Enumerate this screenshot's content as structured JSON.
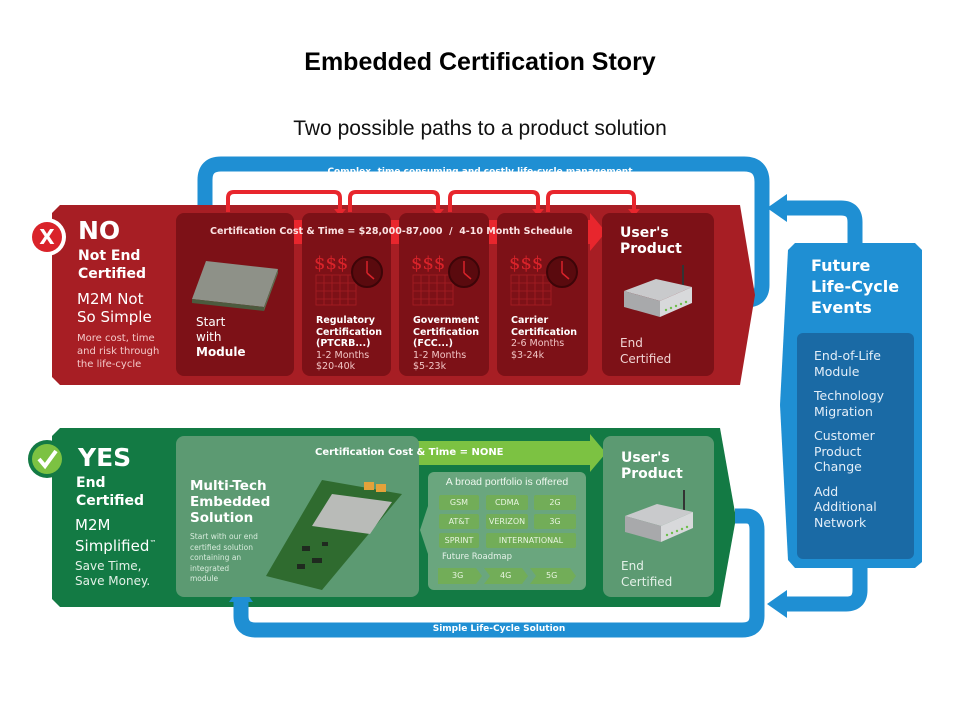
{
  "title": "Embedded Certification Story",
  "subtitle": "Two possible paths to a product solution",
  "colors": {
    "red_band": "#a71e24",
    "red_panel": "#7d1117",
    "red_arrow": "#e8262d",
    "green_band": "#137a44",
    "green_panel": "#5c9a72",
    "green_arrow": "#7cc242",
    "blue": "#1f8fd3",
    "blue_dark": "#1a6aa5"
  },
  "top_loop_label": "Complex, time consuming and costly life-cycle management",
  "bottom_loop_label": "Simple Life-Cycle Solution",
  "no_path": {
    "badge_icon": "x-icon",
    "badge": "X",
    "heading": "NO",
    "subheading_line1": "Not End",
    "subheading_line2": "Certified",
    "tagline_line1": "M2M Not",
    "tagline_line2": "So Simple",
    "desc_line1": "More cost, time",
    "desc_line2": "and risk through",
    "desc_line3": "the life-cycle",
    "arrow_label": "Certification Cost & Time = $28,000-87,000  /  4-10 Month Schedule",
    "start": {
      "line1": "Start",
      "line2": "with",
      "line3": "Module"
    },
    "certs": [
      {
        "name1": "Regulatory",
        "name2": "Certification",
        "name3": "(PTCRB...)",
        "time": "1-2 Months",
        "cost": "$20-40k",
        "icon_text": "$$$"
      },
      {
        "name1": "Government",
        "name2": "Certification",
        "name3": "(FCC...)",
        "time": "1-2 Months",
        "cost": "$5-23k",
        "icon_text": "$$$"
      },
      {
        "name1": "Carrier",
        "name2": "Certification",
        "name3": "",
        "time": "2-6 Months",
        "cost": "$3-24k",
        "icon_text": "$$$"
      }
    ],
    "product": {
      "title1": "User's",
      "title2": "Product",
      "status1": "End",
      "status2": "Certified"
    }
  },
  "yes_path": {
    "badge_icon": "checkmark-icon",
    "heading": "YES",
    "subheading_line1": "End",
    "subheading_line2": "Certified",
    "tagline_line1": "M2M",
    "tagline_line2": "Simplified",
    "trademark": "™",
    "desc_line1": "Save Time,",
    "desc_line2": "Save Money.",
    "arrow_label": "Certification Cost & Time = NONE",
    "solution": {
      "title1": "Multi-Tech",
      "title2": "Embedded",
      "title3": "Solution",
      "desc": [
        "Start with our end",
        "certified solution",
        "containing an",
        "integrated",
        "module"
      ]
    },
    "portfolio": {
      "heading": "A broad portfolio is offered",
      "chips": [
        "GSM",
        "CDMA",
        "2G",
        "AT&T",
        "VERIZON",
        "3G",
        "SPRINT",
        "INTERNATIONAL"
      ],
      "roadmap_label": "Future Roadmap",
      "roadmap": [
        "3G",
        "4G",
        "5G"
      ]
    },
    "product": {
      "title1": "User's",
      "title2": "Product",
      "status1": "End",
      "status2": "Certified"
    }
  },
  "future_events": {
    "title1": "Future",
    "title2": "Life-Cycle",
    "title3": "Events",
    "items": [
      {
        "l1": "End-of-Life",
        "l2": "Module",
        "l3": ""
      },
      {
        "l1": "Technology",
        "l2": "Migration",
        "l3": ""
      },
      {
        "l1": "Customer",
        "l2": "Product",
        "l3": "Change"
      },
      {
        "l1": "Add",
        "l2": "Additional",
        "l3": "Network"
      }
    ]
  }
}
